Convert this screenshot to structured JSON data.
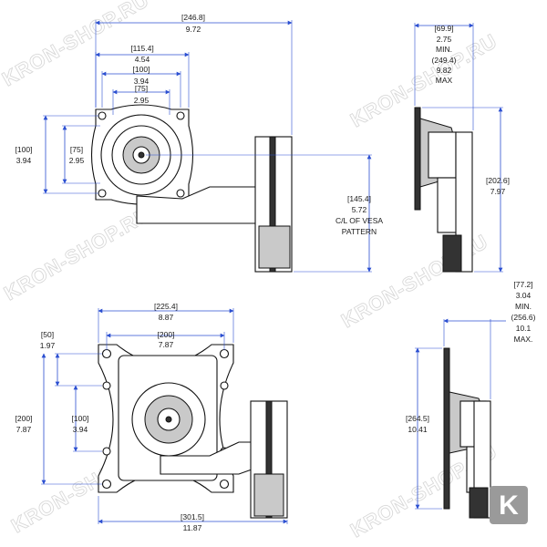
{
  "watermark": "KRON-SHOP.RU",
  "logo_letter": "K",
  "top_front_view": {
    "overall_width": {
      "mm": "[246.8]",
      "in": "9.72"
    },
    "vesa_115": {
      "mm": "[115.4]",
      "in": "4.54"
    },
    "vesa_100_h": {
      "mm": "[100]",
      "in": "3.94"
    },
    "vesa_75_h": {
      "mm": "[75]",
      "in": "2.95"
    },
    "vesa_100_v": {
      "mm": "[100]",
      "in": "3.94"
    },
    "vesa_75_v": {
      "mm": "[75]",
      "in": "2.95"
    },
    "centerline": {
      "mm": "[145.4]",
      "in": "5.72",
      "line1": "C/L OF VESA",
      "line2": "PATTERN"
    }
  },
  "top_side_view": {
    "depth": {
      "mm": "[69.9]",
      "in": "2.75",
      "min": "MIN.",
      "mm2": "(249.4)",
      "in2": "9.82",
      "max": "MAX"
    },
    "height": {
      "mm": "[202.6]",
      "in": "7.97"
    }
  },
  "bottom_front_view": {
    "width": {
      "mm": "[225.4]",
      "in": "8.87"
    },
    "vesa_200_h": {
      "mm": "[200]",
      "in": "7.87"
    },
    "offset_50": {
      "mm": "[50]",
      "in": "1.97"
    },
    "vesa_200_v": {
      "mm": "[200]",
      "in": "7.87"
    },
    "vesa_100_v": {
      "mm": "[100]",
      "in": "3.94"
    },
    "overall_width": {
      "mm": "[301.5]",
      "in": "11.87"
    }
  },
  "bottom_side_view": {
    "depth": {
      "mm": "[77.2]",
      "in": "3.04",
      "min": "MIN.",
      "mm2": "(256.6)",
      "in2": "10.1",
      "max": "MAX."
    },
    "height": {
      "mm": "[264.5]",
      "in": "10.41"
    }
  }
}
